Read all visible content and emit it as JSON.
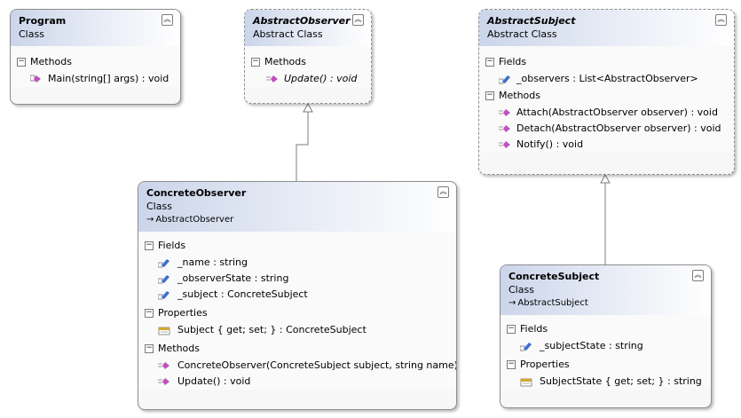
{
  "classes": {
    "program": {
      "name": "Program",
      "kind": "Class",
      "sections": {
        "methods": {
          "label": "Methods",
          "members": [
            "Main(string[] args) : void"
          ]
        }
      }
    },
    "abstract_observer": {
      "name": "AbstractObserver",
      "kind": "Abstract Class",
      "sections": {
        "methods": {
          "label": "Methods",
          "members": [
            "Update() : void"
          ]
        }
      }
    },
    "abstract_subject": {
      "name": "AbstractSubject",
      "kind": "Abstract Class",
      "sections": {
        "fields": {
          "label": "Fields",
          "members": [
            "_observers : List<AbstractObserver>"
          ]
        },
        "methods": {
          "label": "Methods",
          "members": [
            "Attach(AbstractObserver observer) : void",
            "Detach(AbstractObserver observer) : void",
            "Notify() : void"
          ]
        }
      }
    },
    "concrete_observer": {
      "name": "ConcreteObserver",
      "kind": "Class",
      "inherits": "AbstractObserver",
      "sections": {
        "fields": {
          "label": "Fields",
          "members": [
            "_name : string",
            "_observerState : string",
            "_subject : ConcreteSubject"
          ]
        },
        "properties": {
          "label": "Properties",
          "members": [
            "Subject { get; set; } : ConcreteSubject"
          ]
        },
        "methods": {
          "label": "Methods",
          "members": [
            "ConcreteObserver(ConcreteSubject subject, string name)",
            "Update() : void"
          ]
        }
      }
    },
    "concrete_subject": {
      "name": "ConcreteSubject",
      "kind": "Class",
      "inherits": "AbstractSubject",
      "sections": {
        "fields": {
          "label": "Fields",
          "members": [
            "_subjectState : string"
          ]
        },
        "properties": {
          "label": "Properties",
          "members": [
            "SubjectState { get; set; } : string"
          ]
        }
      }
    }
  },
  "icons": {
    "collapse": "double-chevron-up-icon",
    "section_toggle": "minus-box-icon",
    "method": "method-icon",
    "field": "field-icon",
    "property": "property-icon",
    "inherit_arrow": "inheritance-arrow-icon"
  },
  "colors": {
    "header_gradient_start": "#cbd5ea",
    "border": "#8e8e8e",
    "method_icon": "#c04fc0",
    "field_icon": "#3b6fd1",
    "property_icon": "#d4a72c"
  }
}
